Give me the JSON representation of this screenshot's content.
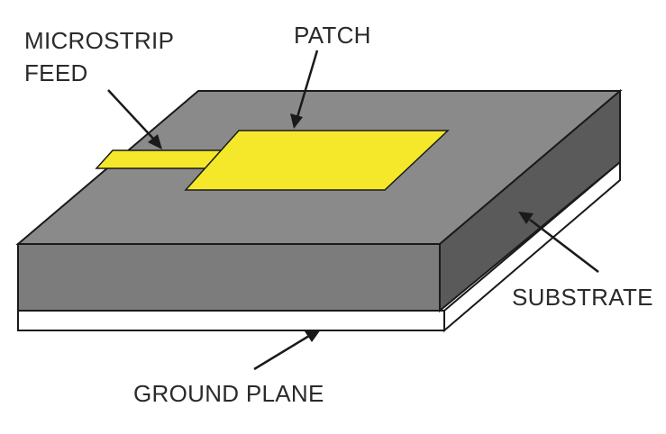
{
  "labels": {
    "microstrip_line1": "MICROSTRIP",
    "microstrip_line2": "FEED",
    "patch": "PATCH",
    "substrate": "SUBSTRATE",
    "ground_plane": "GROUND PLANE"
  },
  "colors": {
    "substrate_top": "#8a8a8a",
    "substrate_front": "#7c7c7c",
    "substrate_side": "#5a5a5a",
    "patch": "#f5e82a",
    "ground_plane": "#ffffff",
    "outline": "#1a1a1a"
  }
}
